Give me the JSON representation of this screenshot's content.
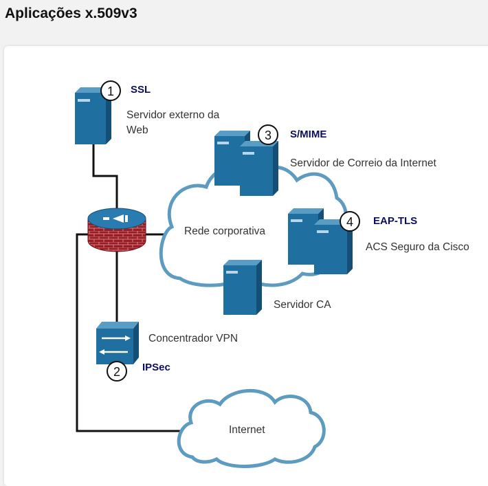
{
  "title": "Aplicações x.509v3",
  "colors": {
    "device_front": "#1f6fa0",
    "device_top": "#5a9dc4",
    "device_side": "#164f76",
    "cloud_stroke": "#5d9bc0",
    "tag_text": "#0d0d5e",
    "firewall_brick": "#9b1c24"
  },
  "nodes": {
    "ssl_server": {
      "tag": "SSL",
      "number": "1",
      "label_line1": "Servidor externo da",
      "label_line2": "Web",
      "icon": "server-icon"
    },
    "vpn": {
      "tag": "IPSec",
      "number": "2",
      "label": "Concentrador VPN",
      "icon": "vpn-concentrator-icon"
    },
    "mail_server": {
      "tag": "S/MIME",
      "number": "3",
      "label": "Servidor de Correio da Internet",
      "icon": "server-icon"
    },
    "acs_server": {
      "tag": "EAP-TLS",
      "number": "4",
      "label": "ACS Seguro da Cisco",
      "icon": "server-icon"
    },
    "ca_server": {
      "label": "Servidor CA",
      "icon": "server-icon"
    },
    "corporate_network": {
      "label": "Rede corporativa",
      "icon": "cloud-icon"
    },
    "internet": {
      "label": "Internet",
      "icon": "cloud-icon"
    },
    "firewall": {
      "icon": "firewall-icon"
    }
  }
}
